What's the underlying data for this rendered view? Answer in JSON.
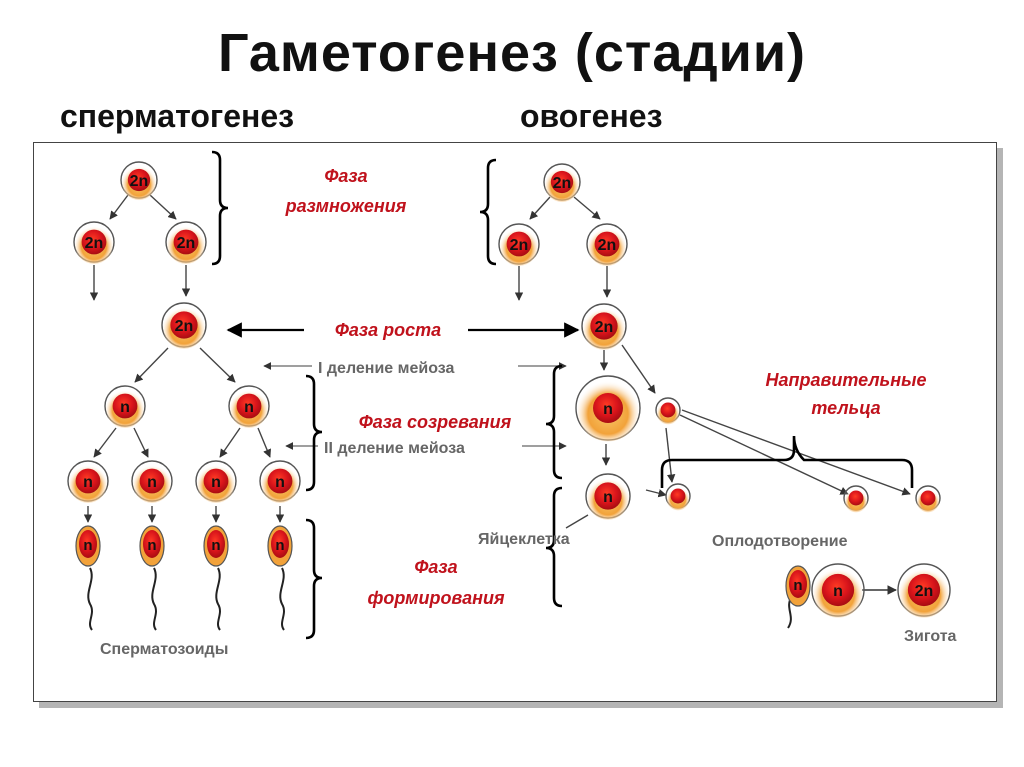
{
  "title": "Гаметогенез (стадии)",
  "headers": {
    "left": "сперматогенез",
    "right": "овогенез"
  },
  "phases": {
    "reproduction": [
      "Фаза",
      "размножения"
    ],
    "growth": "Фаза роста",
    "maturation": "Фаза созревания",
    "formation": [
      "Фаза",
      "формирования"
    ],
    "polar_bodies": [
      "Направительные",
      "тельца"
    ]
  },
  "labels": {
    "meiosis1": "I деление мейоза",
    "meiosis2": "II деление мейоза",
    "egg_cell": "Яйцеклетка",
    "fertilization": "Оплодотворение",
    "spermatozoa": "Сперматозоиды",
    "zygote": "Зигота"
  },
  "ploidy": {
    "diploid": "2n",
    "haploid": "n"
  },
  "colors": {
    "phase_text": "#c0121c",
    "cell_nucleus": "#d8141b",
    "cell_glow": "#f2a23a",
    "gray_text": "#666666"
  }
}
